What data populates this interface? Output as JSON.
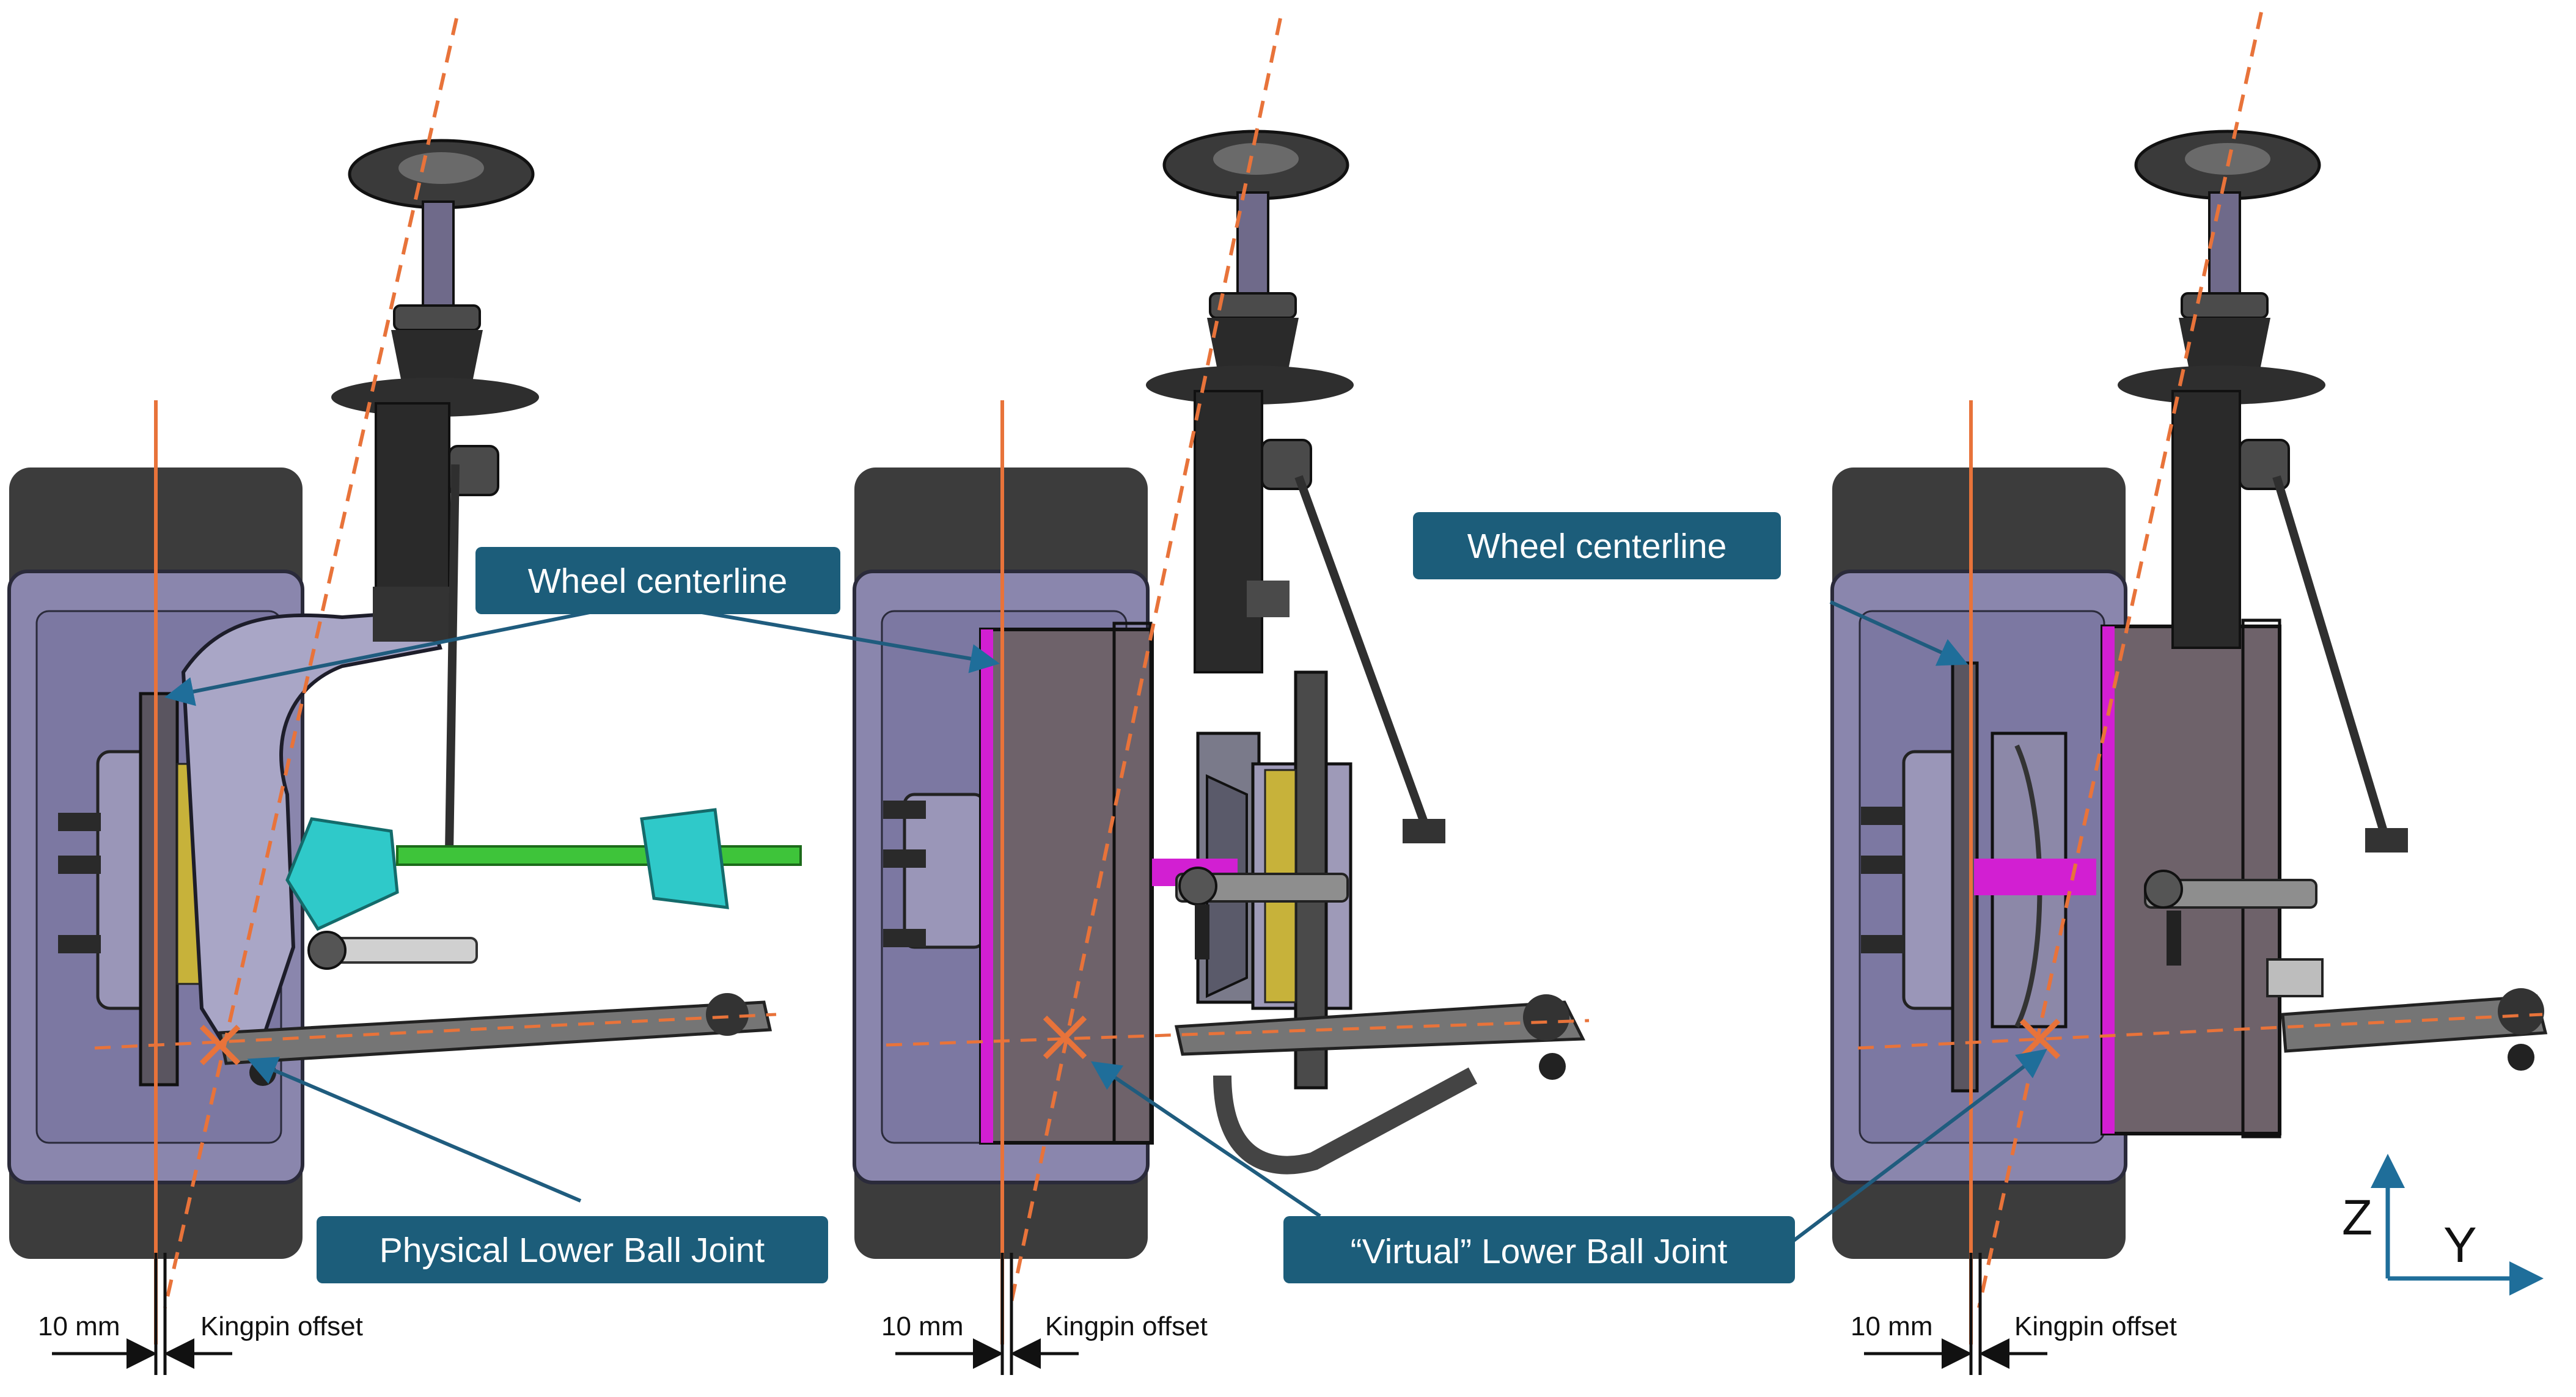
{
  "callouts": {
    "wheel_centerline_1": "Wheel centerline",
    "wheel_centerline_2": "Wheel centerline",
    "physical_lbj": "Physical Lower Ball Joint",
    "virtual_lbj": "“Virtual” Lower Ball Joint"
  },
  "dimensions": {
    "offset_1": "10 mm",
    "kingpin_1": "Kingpin offset",
    "offset_2": "10 mm",
    "kingpin_2": "Kingpin offset",
    "offset_3": "10 mm",
    "kingpin_3": "Kingpin offset"
  },
  "axes": {
    "z_label": "Z",
    "y_label": "Y"
  },
  "colors": {
    "callout_box": "#1c5d7a",
    "leader_line": "#1f5c7e",
    "reference_line": "#e8733a",
    "tire": "#3c3c3c",
    "rim": "#8a86ad",
    "disc_hat": "#6e626a",
    "driveshaft_green": "#3ec43a",
    "cv_boot_cyan": "#2fc9c9",
    "magenta_part": "#d21fd2",
    "axis_arrow": "#1f6e9a"
  }
}
